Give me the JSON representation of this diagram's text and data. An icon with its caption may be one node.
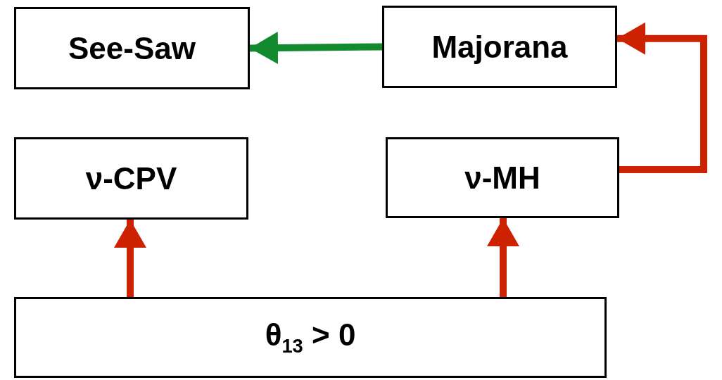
{
  "diagram": {
    "nodes": [
      {
        "text": [
          "See-Saw"
        ]
      },
      {
        "text": [
          "Majorana"
        ]
      },
      {
        "text": [
          "ν-CPV"
        ]
      },
      {
        "text": [
          "ν-MH"
        ]
      },
      {
        "text": [
          "θ$_{13}$ > 0"
        ]
      }
    ],
    "edges": [
      {
        "from": 1,
        "to": 0,
        "arrow": "to",
        "color": "#138a2e"
      },
      {
        "from": 3,
        "to": 1,
        "arrow": "to"
      },
      {
        "from": 4,
        "to": 2,
        "arrow": "to"
      },
      {
        "from": 4,
        "to": 3,
        "arrow": "to"
      }
    ]
  }
}
